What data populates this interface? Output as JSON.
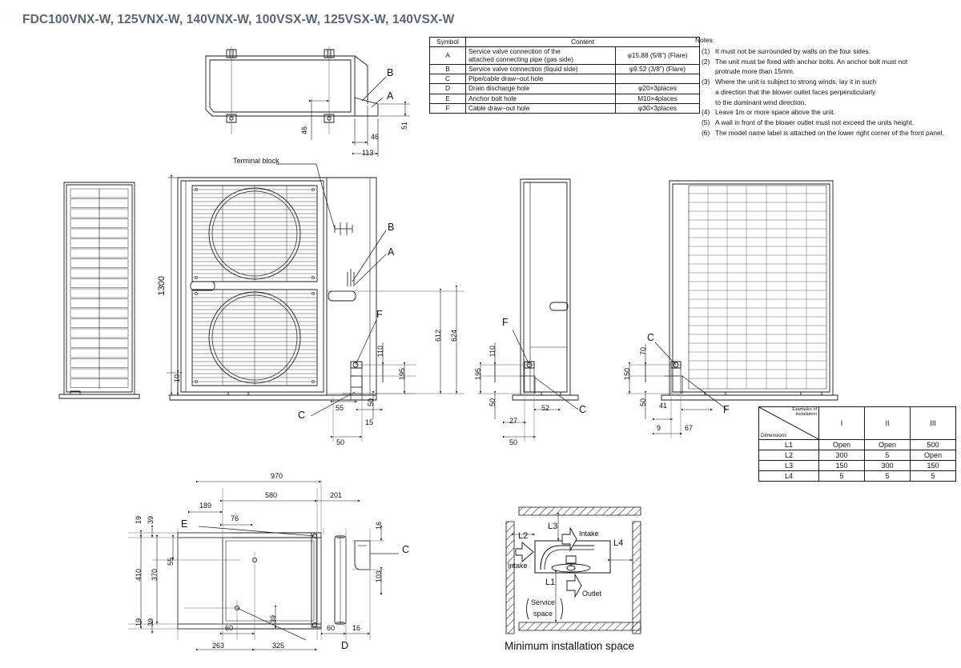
{
  "title": "FDC100VNX-W, 125VNX-W, 140VNX-W, 100VSX-W, 125VSX-W, 140VSX-W",
  "title_color": "#5a6570",
  "symbol_table": {
    "headers": [
      "Symbol",
      "Content"
    ],
    "rows": [
      {
        "symbol": "A",
        "content_line1": "Service valve connection of the",
        "content_line2": "attached connecting pipe (gas side)",
        "value": "φ15.88 (5/8”)  (Flare)"
      },
      {
        "symbol": "B",
        "content_line1": "Service valve connection (liquid side)",
        "content_line2": "",
        "value": "φ9.52 (3/8”)  (Flare)"
      },
      {
        "symbol": "C",
        "content_line1": "Pipe/cable draw−out hole",
        "content_line2": "",
        "value": ""
      },
      {
        "symbol": "D",
        "content_line1": "Drain discharge hole",
        "content_line2": "",
        "value": "φ20×3places"
      },
      {
        "symbol": "E",
        "content_line1": "Anchor bolt hole",
        "content_line2": "",
        "value": "M10×4places"
      },
      {
        "symbol": "F",
        "content_line1": "Cable draw−out hole",
        "content_line2": "",
        "value": "φ30×3places"
      }
    ]
  },
  "notes": {
    "heading": "Notes",
    "items": [
      {
        "num": "(1)",
        "lines": [
          "It must not be surrounded by walls on the four sides."
        ]
      },
      {
        "num": "(2)",
        "lines": [
          "The unit must be fixed with anchor bolts. An anchor bolt must not",
          "protrude more than 15mm."
        ]
      },
      {
        "num": "(3)",
        "lines": [
          "Where the unit is subject to strong winds, lay it in such",
          "a direction that the blower outlet faces perpendicularly",
          "to the dominant wind direction."
        ]
      },
      {
        "num": "(4)",
        "lines": [
          "Leave 1m or more space above the unit."
        ]
      },
      {
        "num": "(5)",
        "lines": [
          "A wall in front of the blower outlet must not exceed the units height."
        ]
      },
      {
        "num": "(6)",
        "lines": [
          "The model name label is attached on the lower right corner of the front panel."
        ]
      }
    ]
  },
  "install_table": {
    "corner_examples": "Examples of",
    "corner_examples2": "installation",
    "corner_dimensions": "Dimensions",
    "columns": [
      "I",
      "II",
      "III"
    ],
    "rows": [
      {
        "label": "L1",
        "values": [
          "Open",
          "Open",
          "500"
        ]
      },
      {
        "label": "L2",
        "values": [
          "300",
          "5",
          "Open"
        ]
      },
      {
        "label": "L3",
        "values": [
          "150",
          "300",
          "150"
        ]
      },
      {
        "label": "L4",
        "values": [
          "5",
          "5",
          "5"
        ]
      }
    ]
  },
  "min_space": {
    "caption": "Minimum installation space",
    "labels": {
      "l1": "L1",
      "l2": "L2",
      "l3": "L3",
      "l4": "L4",
      "intake_left": "Intake",
      "intake_top": "Intake",
      "outlet": "Outlet",
      "service_line1": "Service",
      "service_line2": "space"
    }
  },
  "views": {
    "top_view": {
      "callout_a": "A",
      "callout_b": "B",
      "dims": {
        "d46_vert": "46",
        "d46_horiz": "46",
        "d113": "113",
        "d51": "51"
      }
    },
    "front_view": {
      "terminal_block_label": "Terminal block",
      "callout_a": "A",
      "callout_b": "B",
      "callout_c": "C",
      "callout_f": "F",
      "dims": {
        "h1300": "1300",
        "h10": "10",
        "d55": "55",
        "d50a": "50",
        "d15": "15",
        "d50b": "50",
        "d110": "110",
        "d195": "195",
        "d612": "612",
        "d624": "624"
      }
    },
    "side_view": {
      "callout_c": "C",
      "callout_f": "F",
      "dims": {
        "d110": "110",
        "d195": "195",
        "d50a": "50",
        "d52": "52",
        "d27": "27",
        "d50b": "50"
      }
    },
    "rear_view": {
      "callout_c": "C",
      "callout_f": "F",
      "dims": {
        "d70": "70",
        "d150": "150",
        "d50": "50",
        "d41": "41",
        "d9": "9",
        "d67": "67"
      }
    },
    "bottom_view": {
      "callout_c": "C",
      "callout_d": "D",
      "callout_e": "E",
      "dims": {
        "d970": "970",
        "d580": "580",
        "d201": "201",
        "d189": "189",
        "d76": "76",
        "d19a": "19",
        "d39a": "39",
        "d410": "410",
        "d370": "370",
        "d55": "55",
        "d19b": "19",
        "d39b": "39",
        "d60a": "60",
        "d263": "263",
        "d325": "325",
        "d39c": "39",
        "d16a": "16",
        "d103": "103",
        "d60b": "60",
        "d16b": "16"
      }
    }
  }
}
